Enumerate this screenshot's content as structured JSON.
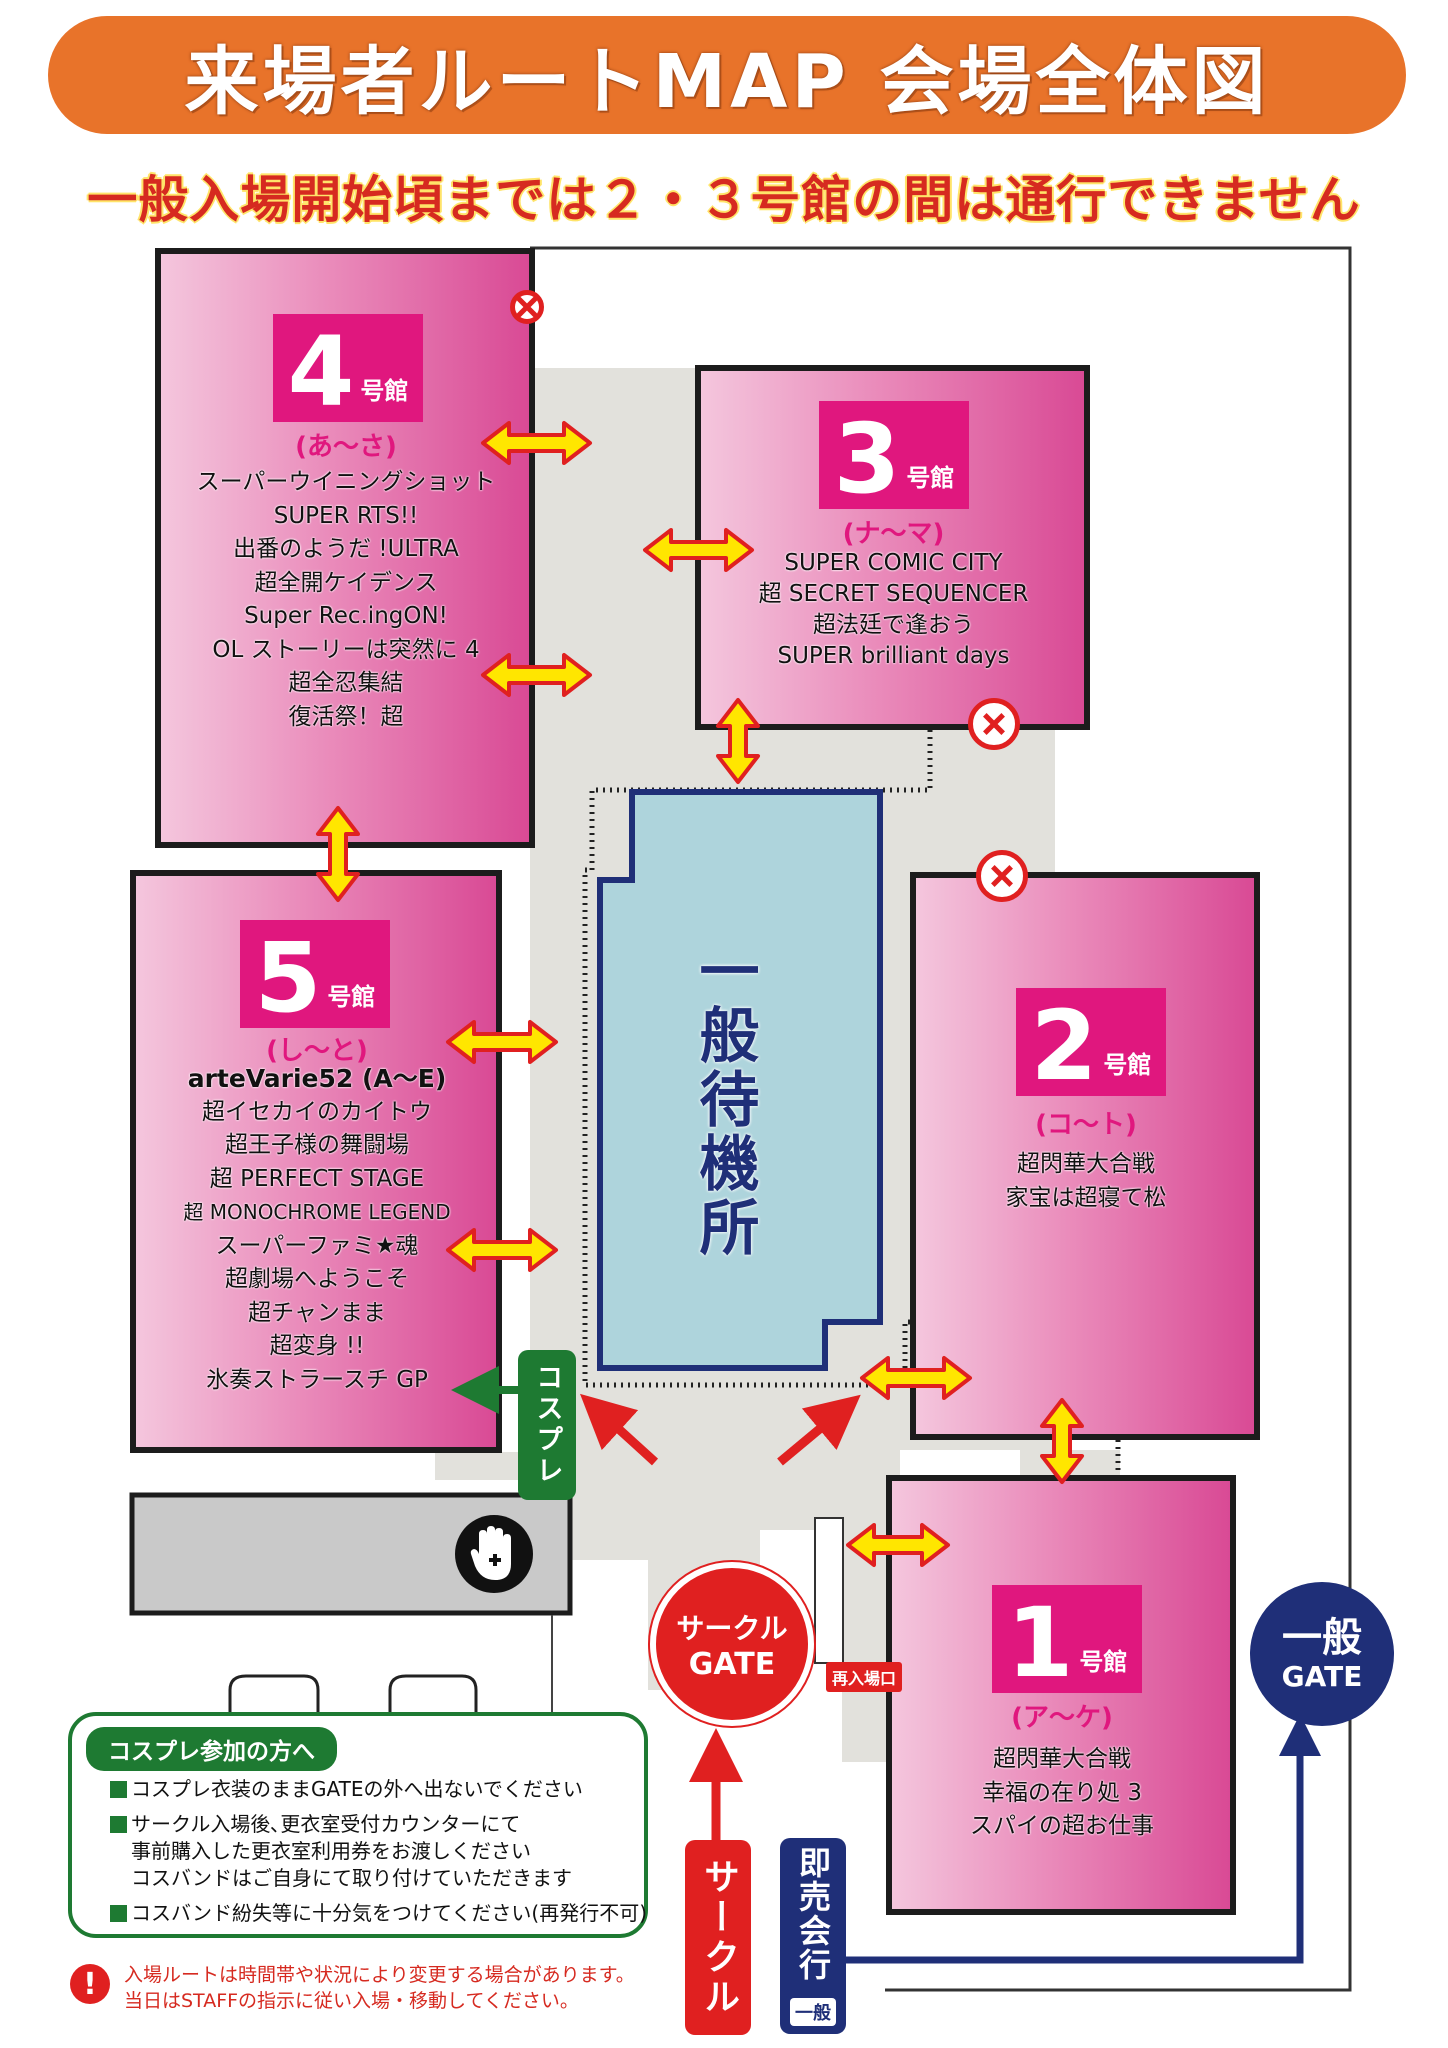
{
  "title": "来場者ルートMAP 会場全体図",
  "notice": "一般入場開始頃までは２・３号館の間は通行できません",
  "halls": {
    "h4": {
      "num": "4",
      "suffix": "号館",
      "range": "(あ〜さ)",
      "items": [
        "スーパーウイニングショット",
        "SUPER RTS!!",
        "出番のようだ !ULTRA",
        "超全開ケイデンス",
        "Super Rec.ingON!",
        "OL ストーリーは突然に 4",
        "超全忍集結",
        "復活祭！超"
      ]
    },
    "h3": {
      "num": "3",
      "suffix": "号館",
      "range": "(ナ〜マ)",
      "items": [
        "SUPER COMIC CITY",
        "超 SECRET SEQUENCER",
        "超法廷で逢おう",
        "SUPER brilliant days"
      ]
    },
    "h5": {
      "num": "5",
      "suffix": "号館",
      "range": "(し〜と)",
      "items": [
        "arteVarie52 (A〜E)",
        "超イセカイのカイトウ",
        "超王子様の舞闘場",
        "超 PERFECT STAGE",
        "超 MONOCHROME LEGEND",
        "スーパーファミ★魂",
        "超劇場へようこそ",
        "超チャンまま",
        "超変身 !!",
        "氷奏ストラースチ GP"
      ]
    },
    "h2": {
      "num": "2",
      "suffix": "号館",
      "range": "(コ〜ト)",
      "items": [
        "超閃華大合戦",
        "家宝は超寝て松"
      ]
    },
    "h1": {
      "num": "1",
      "suffix": "号館",
      "range": "(ア〜ケ)",
      "items": [
        "超閃華大合戦",
        "幸福の在り処 3",
        "スパイの超お仕事"
      ]
    }
  },
  "waiting_area": "一般待機所",
  "labels": {
    "cosplay": "コスプレ",
    "reentry": "再入場口",
    "circle_gate_top": "サークル",
    "circle_gate_bottom": "GATE",
    "general_gate_top": "一般",
    "general_gate_bottom": "GATE",
    "circle_route": "サークル",
    "sale_route": "即売会行",
    "sale_route_sub": "一般"
  },
  "cosplay_notes": {
    "title": "コスプレ参加の方へ",
    "lines": [
      "コスプレ衣装のままGATEの外へ出ないでください",
      "サークル入場後､更衣室受付カウンターにて",
      "事前購入した更衣室利用券をお渡しください",
      "コスバンドはご自身にて取り付けていただきます",
      "コスバンド紛失等に十分気をつけてください(再発行不可)"
    ]
  },
  "warning": {
    "line1": "入場ルートは時間帯や状況により変更する場合があります。",
    "line2": "当日はSTAFFの指示に従い入場・移動してください。"
  },
  "icons": [
    "no-entry-icon",
    "first-aid-hand-icon",
    "double-arrow-icon",
    "route-arrow-icon"
  ],
  "colors": {
    "banner": "#e8732a",
    "hall_pink": "#e0177e",
    "waiting": "#aed4dc",
    "route_red": "#e02020",
    "route_navy": "#1f2f78",
    "cosplay_green": "#1e7a32"
  }
}
